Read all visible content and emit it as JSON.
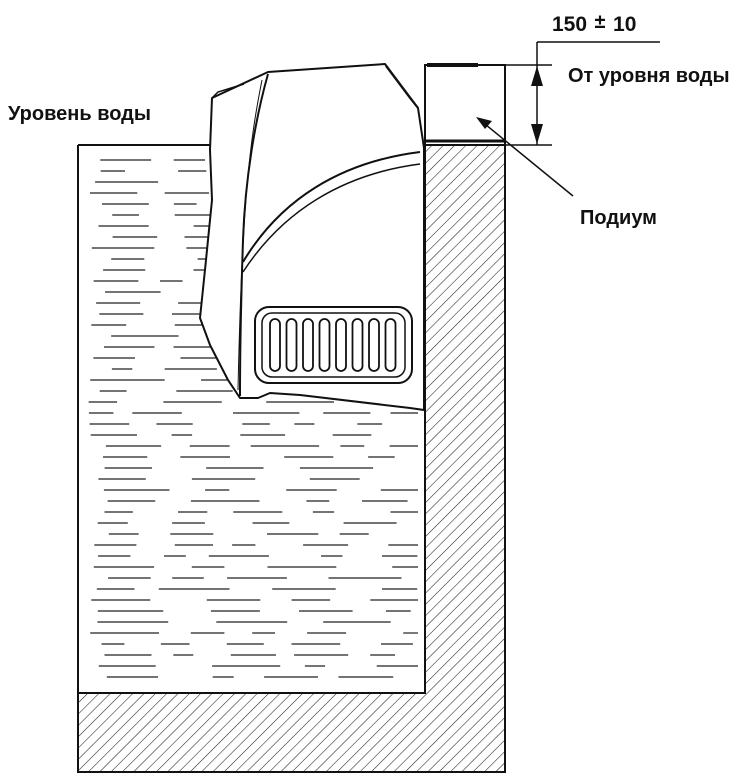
{
  "labels": {
    "water_level": "Уровень воды",
    "from_water_level": "От уровня воды",
    "podium": "Подиум"
  },
  "dimension": {
    "value": "150",
    "tolerance_sign": "±",
    "tolerance": "10"
  }
}
